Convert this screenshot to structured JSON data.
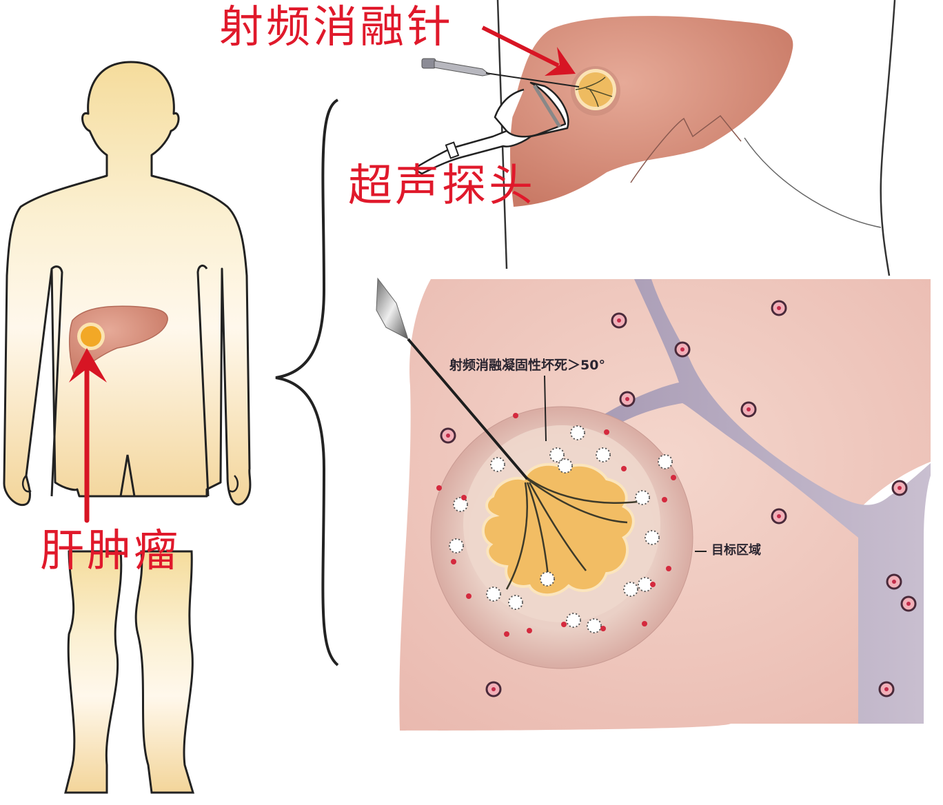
{
  "labels": {
    "rfa_needle": "射频消融针",
    "ultrasound_probe": "超声探头",
    "liver_tumor": "肝肿瘤",
    "coagulation_necrosis": "射频消融凝固性坏死＞50°",
    "target_zone": "目标区域"
  },
  "colors": {
    "label_red": "#e0192b",
    "skin": "#f7e3b0",
    "liver": "#d8917c",
    "tumor": "#f2b84a",
    "tissue": "#efc6bd",
    "vessel": "#b9adc2",
    "outline": "#222222"
  },
  "icons": {
    "needle": "rfa-needle-icon",
    "probe": "ultrasound-probe-icon",
    "arrow": "red-arrow-icon",
    "brace": "curly-brace-icon"
  }
}
